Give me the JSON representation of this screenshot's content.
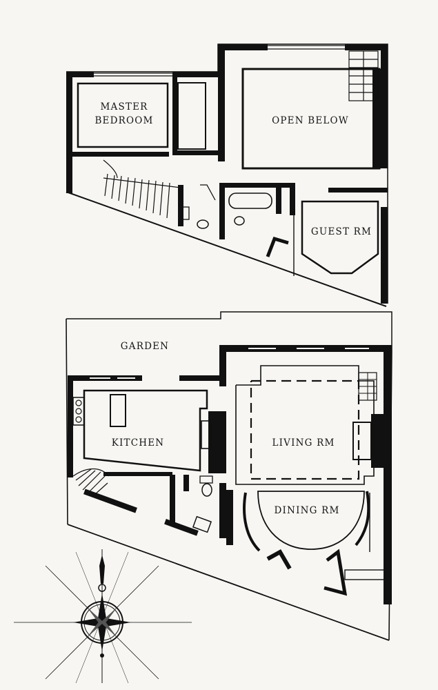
{
  "upper_floor": {
    "rooms": {
      "master_bedroom_line1": "MASTER",
      "master_bedroom_line2": "BEDROOM",
      "open_below": "OPEN BELOW",
      "guest_room": "GUEST RM"
    }
  },
  "ground_floor": {
    "rooms": {
      "garden": "GARDEN",
      "kitchen": "KITCHEN",
      "living_room": "LIVING RM",
      "dining_room": "DINING RM"
    }
  },
  "compass": {
    "icon": "compass-rose-icon"
  },
  "colors": {
    "paper": "#f7f6f3",
    "ink": "#111111"
  }
}
